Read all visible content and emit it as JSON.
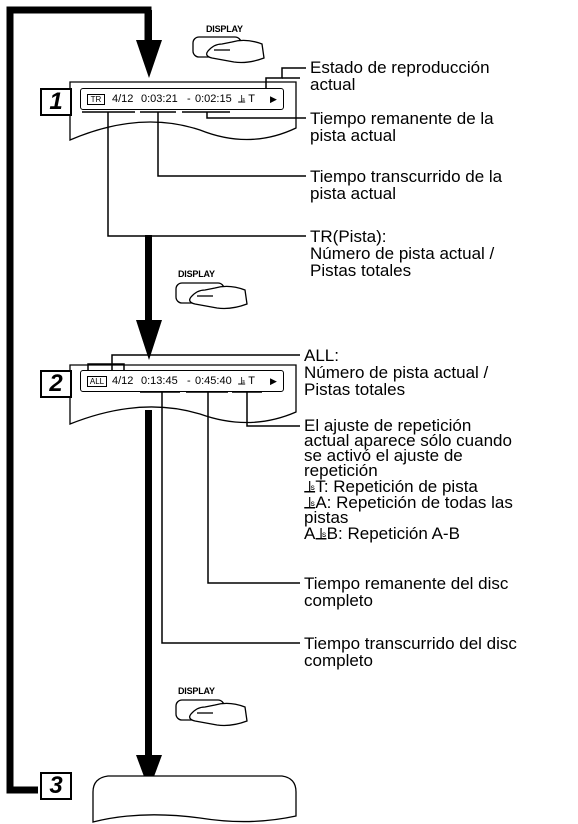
{
  "steps": {
    "step1": "1",
    "step2": "2",
    "step3": "3"
  },
  "display_button": {
    "label1": "DISPLAY",
    "label2": "DISPLAY",
    "label3": "DISPLAY"
  },
  "osd1": {
    "badge": "TR",
    "track": "4/12",
    "elapsed": "0:03:21",
    "separator": "-",
    "remaining": "0:02:15",
    "repeat": "⫡ T",
    "play": "▶"
  },
  "osd2": {
    "badge": "ALL",
    "track": "4/12",
    "elapsed": "0:13:45",
    "separator": "-",
    "remaining": "0:45:40",
    "repeat": "⫡ T",
    "play": "▶"
  },
  "callouts1": {
    "playback_status": "Estado de reproducción\nactual",
    "track_remaining": "Tiempo remanente de la\npista actual",
    "track_elapsed": "Tiempo transcurrido de la\npista actual",
    "track_number": "TR(Pista):\nNúmero de pista actual /\nPistas totales"
  },
  "callouts2": {
    "all_number": "ALL:\nNúmero de pista actual /\nPistas totales",
    "repeat_setting": "El ajuste de repetición\nactual aparece sólo cuando\nse activó el ajuste de\nrepetición",
    "repeat_track": "⫡T: Repetición de pista",
    "repeat_all": "⫡A: Repetición de todas las\npistas",
    "repeat_ab": "A⫡B: Repetición A-B",
    "disc_remaining": "Tiempo remanente del disc\ncompleto",
    "disc_elapsed": "Tiempo transcurrido del disc\ncompleto"
  }
}
